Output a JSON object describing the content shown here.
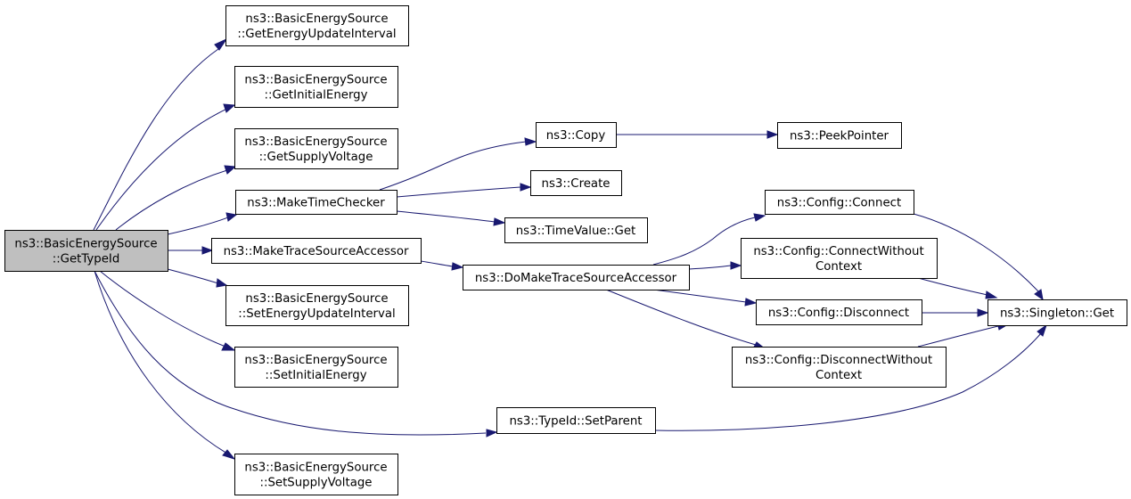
{
  "diagram": {
    "nodes": [
      {
        "id": "root",
        "lines": [
          "ns3::BasicEnergySource",
          "::GetTypeId"
        ],
        "root": true,
        "interactable": false
      },
      {
        "id": "get-energy-update-interval",
        "lines": [
          "ns3::BasicEnergySource",
          "::GetEnergyUpdateInterval"
        ],
        "interactable": true
      },
      {
        "id": "get-initial-energy",
        "lines": [
          "ns3::BasicEnergySource",
          "::GetInitialEnergy"
        ],
        "interactable": true
      },
      {
        "id": "get-supply-voltage",
        "lines": [
          "ns3::BasicEnergySource",
          "::GetSupplyVoltage"
        ],
        "interactable": true
      },
      {
        "id": "make-time-checker",
        "lines": [
          "ns3::MakeTimeChecker"
        ],
        "interactable": true
      },
      {
        "id": "make-trace-source-accessor",
        "lines": [
          "ns3::MakeTraceSourceAccessor"
        ],
        "interactable": true
      },
      {
        "id": "set-energy-update-interval",
        "lines": [
          "ns3::BasicEnergySource",
          "::SetEnergyUpdateInterval"
        ],
        "interactable": true
      },
      {
        "id": "set-initial-energy",
        "lines": [
          "ns3::BasicEnergySource",
          "::SetInitialEnergy"
        ],
        "interactable": true
      },
      {
        "id": "set-supply-voltage",
        "lines": [
          "ns3::BasicEnergySource",
          "::SetSupplyVoltage"
        ],
        "interactable": true
      },
      {
        "id": "copy",
        "lines": [
          "ns3::Copy"
        ],
        "interactable": true
      },
      {
        "id": "create",
        "lines": [
          "ns3::Create"
        ],
        "interactable": true
      },
      {
        "id": "timevalue-get",
        "lines": [
          "ns3::TimeValue::Get"
        ],
        "interactable": true
      },
      {
        "id": "peek-pointer",
        "lines": [
          "ns3::PeekPointer"
        ],
        "interactable": true
      },
      {
        "id": "do-make-trace-source-accessor",
        "lines": [
          "ns3::DoMakeTraceSourceAccessor"
        ],
        "interactable": true
      },
      {
        "id": "config-connect",
        "lines": [
          "ns3::Config::Connect"
        ],
        "interactable": true
      },
      {
        "id": "config-connect-without-context",
        "lines": [
          "ns3::Config::ConnectWithout",
          "Context"
        ],
        "interactable": true
      },
      {
        "id": "config-disconnect",
        "lines": [
          "ns3::Config::Disconnect"
        ],
        "interactable": true
      },
      {
        "id": "config-disconnect-without-context",
        "lines": [
          "ns3::Config::DisconnectWithout",
          "Context"
        ],
        "interactable": true
      },
      {
        "id": "singleton-get",
        "lines": [
          "ns3::Singleton::Get"
        ],
        "interactable": true
      },
      {
        "id": "typeid-set-parent",
        "lines": [
          "ns3::TypeId::SetParent"
        ],
        "interactable": true
      }
    ],
    "edges": [
      {
        "from": "root",
        "to": "get-energy-update-interval"
      },
      {
        "from": "root",
        "to": "get-initial-energy"
      },
      {
        "from": "root",
        "to": "get-supply-voltage"
      },
      {
        "from": "root",
        "to": "make-time-checker"
      },
      {
        "from": "root",
        "to": "make-trace-source-accessor"
      },
      {
        "from": "root",
        "to": "set-energy-update-interval"
      },
      {
        "from": "root",
        "to": "set-initial-energy"
      },
      {
        "from": "root",
        "to": "typeid-set-parent"
      },
      {
        "from": "root",
        "to": "set-supply-voltage"
      },
      {
        "from": "make-time-checker",
        "to": "copy"
      },
      {
        "from": "make-time-checker",
        "to": "create"
      },
      {
        "from": "make-time-checker",
        "to": "timevalue-get"
      },
      {
        "from": "copy",
        "to": "peek-pointer"
      },
      {
        "from": "make-trace-source-accessor",
        "to": "do-make-trace-source-accessor"
      },
      {
        "from": "do-make-trace-source-accessor",
        "to": "config-connect"
      },
      {
        "from": "do-make-trace-source-accessor",
        "to": "config-connect-without-context"
      },
      {
        "from": "do-make-trace-source-accessor",
        "to": "config-disconnect"
      },
      {
        "from": "do-make-trace-source-accessor",
        "to": "config-disconnect-without-context"
      },
      {
        "from": "config-connect",
        "to": "singleton-get"
      },
      {
        "from": "config-connect-without-context",
        "to": "singleton-get"
      },
      {
        "from": "config-disconnect",
        "to": "singleton-get"
      },
      {
        "from": "config-disconnect-without-context",
        "to": "singleton-get"
      },
      {
        "from": "typeid-set-parent",
        "to": "singleton-get"
      }
    ],
    "colors": {
      "edge": "#191970",
      "root_fill": "#bfbfbf",
      "node_fill": "#ffffff",
      "node_stroke": "#000000"
    }
  }
}
